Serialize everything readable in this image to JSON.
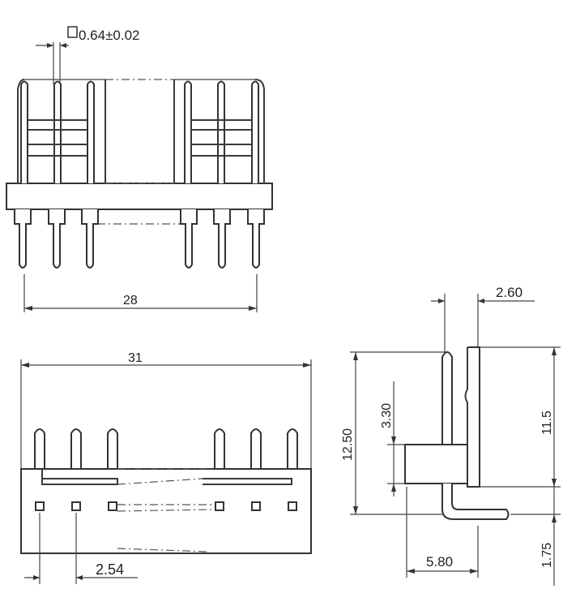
{
  "dimensions": {
    "pin_square": "0.64±0.02",
    "top_width": "28",
    "front_width": "31",
    "pitch": "2.54",
    "side_top": "2.60",
    "side_height_total": "12.50",
    "side_height_upper": "3.30",
    "side_height_right": "11.5",
    "side_depth": "5.80",
    "side_tail": "1.75"
  }
}
